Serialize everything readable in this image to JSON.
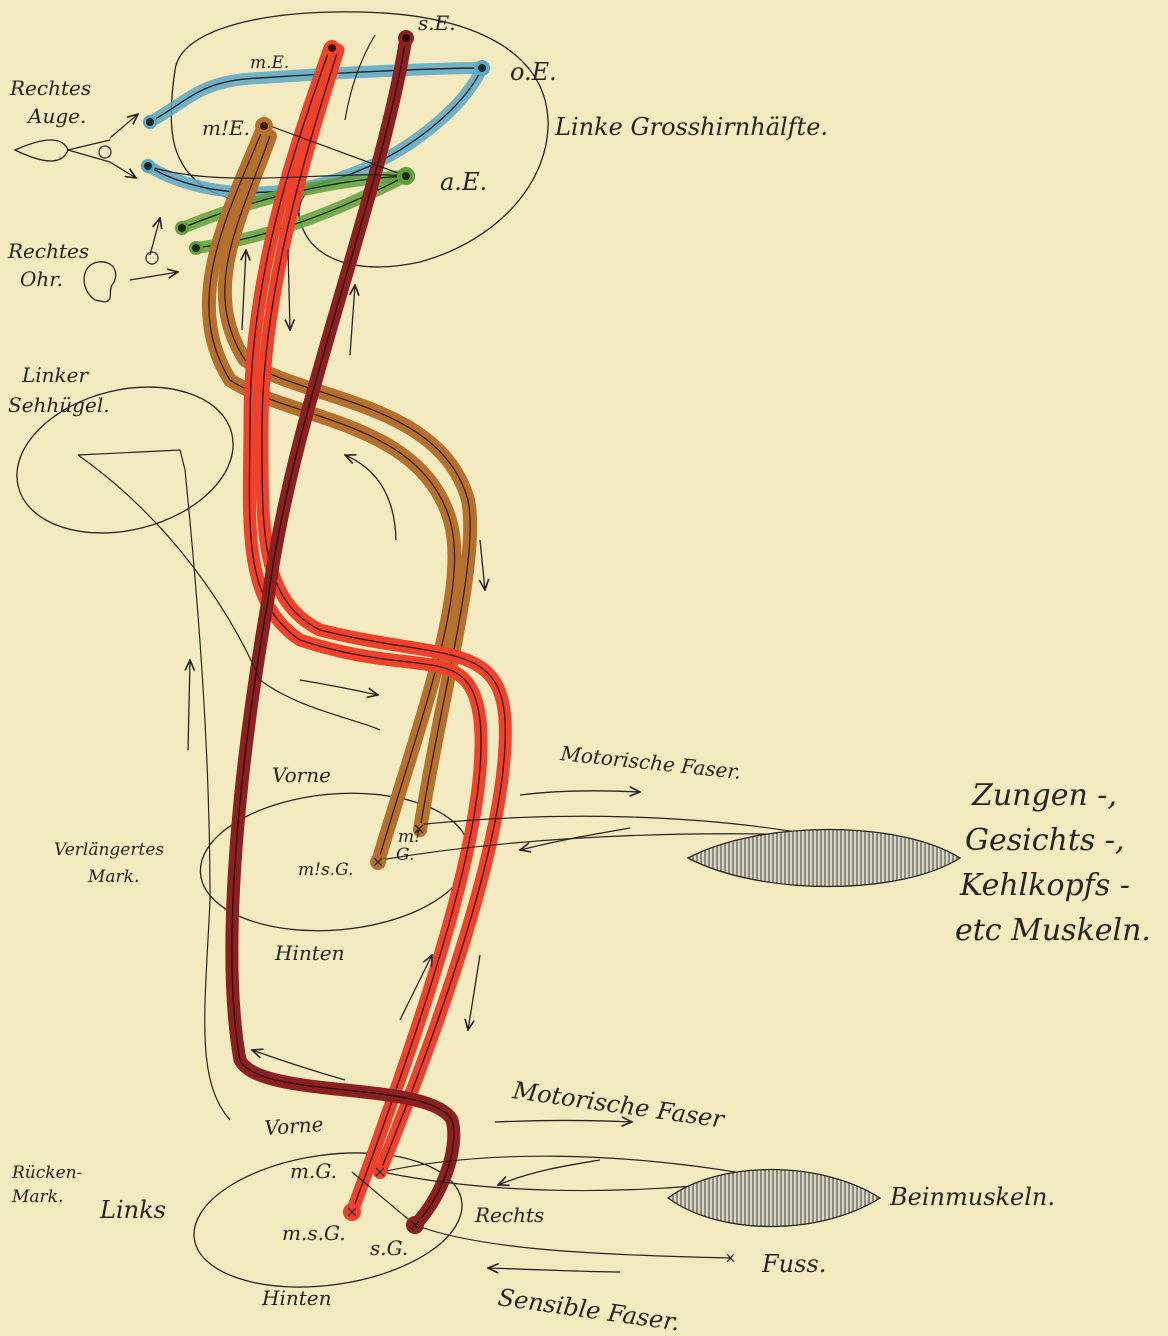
{
  "colors": {
    "paper": "#f3ebbf",
    "ink": "#2a2420",
    "sensory_red_dark": "#8c1f1f",
    "motor_red": "#f0412a",
    "motor_brown": "#b5702e",
    "auditory_green": "#5fa03a",
    "visual_blue": "#5aa6c4",
    "muscle_gray": "#8c8c84"
  },
  "labels": {
    "brain": "Linke Grosshirnhälfte.",
    "brain_nodes": {
      "sE": "s.E.",
      "mE": "m.E.",
      "mprimeE": "m!E.",
      "oE": "o.E.",
      "aE": "a.E."
    },
    "eye_line1": "Rechtes",
    "eye_line2": "Auge.",
    "ear_line1": "Rechtes",
    "ear_line2": "Ohr.",
    "thalamus_line1": "Linker",
    "thalamus_line2": "Sehhügel.",
    "medulla_line1": "Verlängertes",
    "medulla_line2": "Mark.",
    "medulla_front": "Vorne",
    "medulla_back": "Hinten",
    "medulla_node_m": "m!",
    "medulla_node_g": "G.",
    "medulla_node_msg": "m!s.G.",
    "motor_fiber_upper": "Motorische Faser.",
    "head_muscles_line1": "Zungen -,",
    "head_muscles_line2": "Gesichts -,",
    "head_muscles_line3": "Kehlkopfs -",
    "head_muscles_line4": "etc Muskeln.",
    "spinal_line1": "Rücken-",
    "spinal_line2": "Mark.",
    "spinal_left": "Links",
    "spinal_right": "Rechts",
    "spinal_front": "Vorne",
    "spinal_back": "Hinten",
    "spinal_mG": "m.G.",
    "spinal_msG": "m.s.G.",
    "spinal_sG": "s.G.",
    "motor_fiber_lower": "Motorische Faser",
    "leg_muscles": "Beinmuskeln.",
    "foot": "Fuss.",
    "sensory_fiber": "Sensible Faser."
  }
}
